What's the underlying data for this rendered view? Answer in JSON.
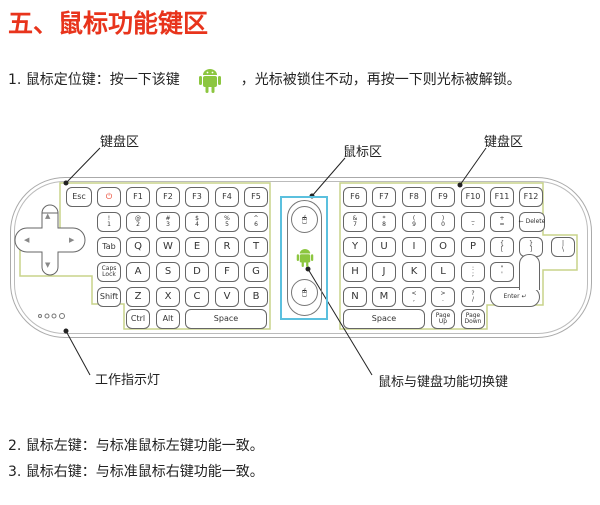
{
  "title": "五、鼠标功能键区",
  "lines": {
    "l1_a": "1. 鼠标定位键：按一下该键",
    "l1_b": "，光标被锁住不动，再按一下则光标被解锁。",
    "l2": "2. 鼠标左键：与标准鼠标左键功能一致。",
    "l3": "3. 鼠标右键：与标准鼠标右键功能一致。"
  },
  "labels": {
    "kb_left": "键盘区",
    "mouse": "鼠标区",
    "kb_right": "键盘区",
    "indicator": "工作指示灯",
    "switch": "鼠标与键盘功能切换键"
  },
  "colors": {
    "accent_red": "#e8341c",
    "android_green": "#8cc63f",
    "mouse_box": "#5bc0de",
    "kb_outline": "#c8d48a"
  },
  "left_keys": [
    [
      "Esc",
      "⏻",
      "F1",
      "F2",
      "F3",
      "F4",
      "F5"
    ],
    [
      "!\n1",
      "@\n2",
      "#\n3",
      "$\n4",
      "%\n5",
      "^\n6"
    ],
    [
      "Tab",
      "Q",
      "W",
      "E",
      "R",
      "T"
    ],
    [
      "Caps\nLock",
      "A",
      "S",
      "D",
      "F",
      "G"
    ],
    [
      "Shift",
      "Z",
      "X",
      "C",
      "V",
      "B"
    ],
    [
      "Ctrl",
      "Alt",
      "Space"
    ]
  ],
  "right_keys": [
    [
      "F6",
      "F7",
      "F8",
      "F9",
      "F10",
      "F11",
      "F12"
    ],
    [
      "&\n7",
      "*\n8",
      "(\n9",
      ")\n0",
      "_\n-",
      "+\n=",
      "← Delete"
    ],
    [
      "Y",
      "U",
      "I",
      "O",
      "P",
      "{\n[",
      "}\n]",
      "|\n\\"
    ],
    [
      "H",
      "J",
      "K",
      "L",
      ":\n;",
      "\"\n'"
    ],
    [
      "N",
      "M",
      "<\n,",
      ">\n.",
      "?\n/"
    ],
    [
      "Space",
      "Page\nUp",
      "Page\nDown"
    ]
  ],
  "enter_label": "Enter ↵",
  "dpad": [
    "▲",
    "◀",
    "▶",
    "▼"
  ]
}
